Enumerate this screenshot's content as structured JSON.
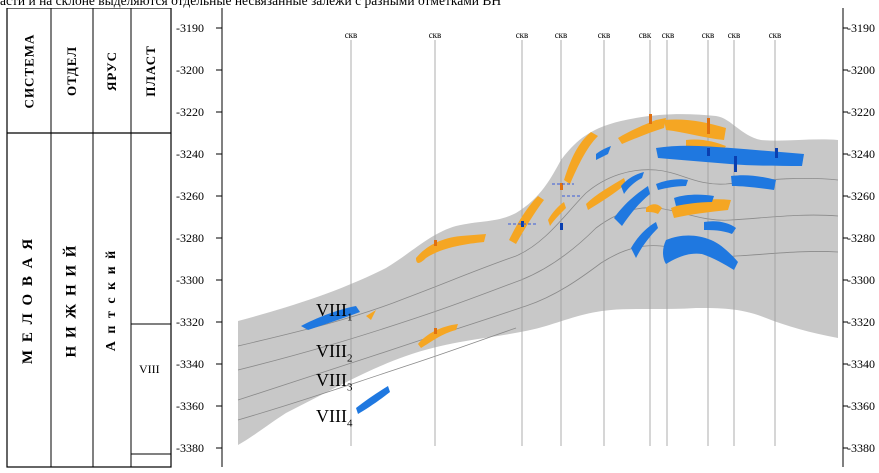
{
  "header_text": "асти и на склоне выделяются отдельные несвязанные залежи с разными отметками ВН",
  "strat_columns": {
    "system_header": "СИСТЕМА",
    "department_header": "ОТДЕЛ",
    "stage_header": "ЯРУС",
    "layer_header": "ПЛАСТ",
    "system_value": "М Е Л О В А Я",
    "department_value": "Н И Ж Н И Й",
    "stage_value": "А п т с к и й",
    "layer_value": "VIII"
  },
  "depth_ticks": [
    "-3190",
    "-3200",
    "-3220",
    "-3240",
    "-3260",
    "-3280",
    "-3300",
    "-3320",
    "-3340",
    "-3360",
    "-3380"
  ],
  "depth_ticks_right": [
    "-3190",
    "-3200",
    "-3220",
    "-3240",
    "-3260",
    "-3280",
    "-3300",
    "-3320",
    "-3340",
    "-3360",
    "-3380"
  ],
  "well_labels": [
    "скв",
    "скв",
    "скв",
    "скв",
    "скв",
    "свк",
    "скв",
    "скв",
    "скв",
    "скв"
  ],
  "layer_labels": [
    {
      "base": "VIII",
      "sub": "1"
    },
    {
      "base": "VIII",
      "sub": "2"
    },
    {
      "base": "VIII",
      "sub": "3"
    },
    {
      "base": "VIII",
      "sub": "4"
    }
  ],
  "colors": {
    "reservoir_body": "#c8c8c8",
    "oil": "#f5a623",
    "oil_dark": "#e07010",
    "water": "#1f78e0",
    "water_dark": "#0a3fb0",
    "well_line": "#9a9a9a",
    "contour": "#8a8a8a"
  }
}
